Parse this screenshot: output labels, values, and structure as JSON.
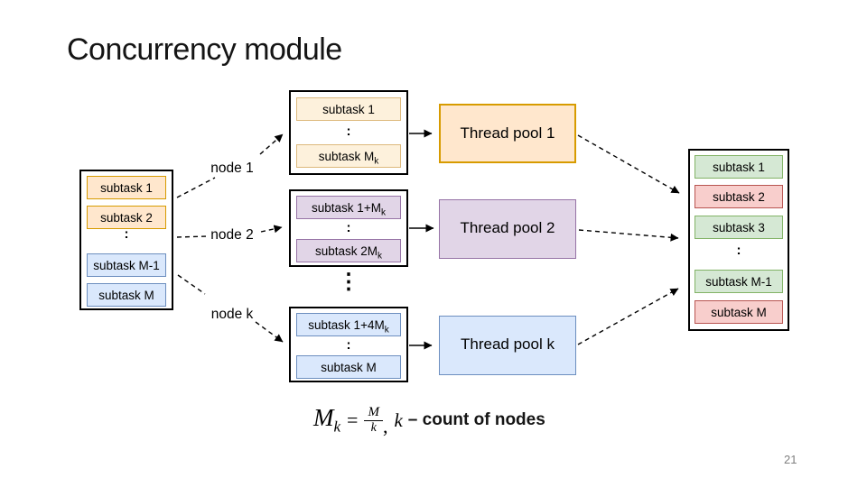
{
  "slide": {
    "title": "Concurrency module",
    "page_number": "21"
  },
  "left_box": {
    "items": [
      "subtask 1",
      "subtask 2",
      ":",
      "subtask M-1",
      "subtask M"
    ]
  },
  "node_groups": [
    {
      "label": "node 1",
      "top": "subtask 1",
      "top_sub": "",
      "dots": ":",
      "bottom": "subtask M",
      "bottom_sub": "k"
    },
    {
      "label": "node 2",
      "top": "subtask 1+M",
      "top_sub": "k",
      "dots": ":",
      "bottom": "subtask 2M",
      "bottom_sub": "k"
    },
    {
      "label": "node k",
      "top": "subtask 1+4M",
      "top_sub": "k",
      "dots": ":",
      "bottom": "subtask M",
      "bottom_sub": ""
    }
  ],
  "middle_column_dots": "⋮",
  "thread_pools": [
    "Thread pool 1",
    "Thread pool 2",
    "Thread pool k"
  ],
  "right_box": {
    "items": [
      "subtask 1",
      "subtask 2",
      "subtask 3",
      ":",
      "subtask M-1",
      "subtask M"
    ]
  },
  "formula": {
    "lhs": "M",
    "lhs_sub": "k",
    "eq": "=",
    "num": "M",
    "den": "k",
    "comma": ",",
    "var": "k",
    "desc": "– count of nodes"
  },
  "colors": {
    "outer_border": "#000000",
    "orange_fill": "#ffe7cd",
    "orange_border": "#d79b00",
    "cream_fill": "#fdf1dc",
    "cream_border": "#ddb97c",
    "blue_fill": "#dae8fc",
    "blue_border": "#6c8ebf",
    "purple_fill": "#e1d5e7",
    "purple_border": "#9673a6",
    "green_fill": "#d5e8d4",
    "green_border": "#82b366",
    "red_fill": "#f8cecc",
    "red_border": "#b85450",
    "arrow": "#000000",
    "page_number": "#808080"
  }
}
